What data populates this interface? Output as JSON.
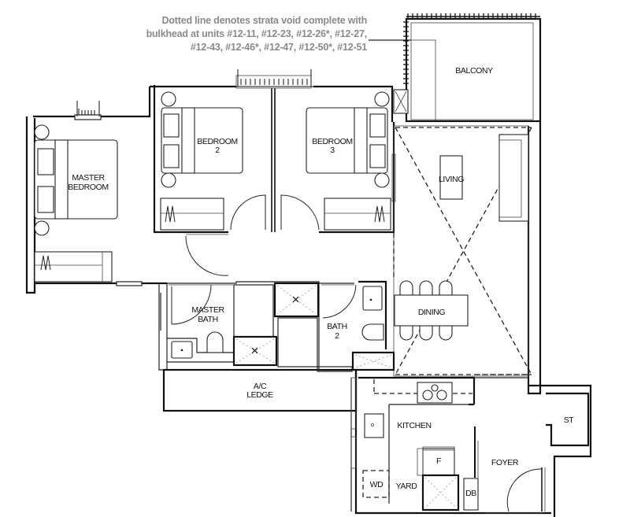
{
  "annotation": {
    "lines": [
      "Dotted line denotes strata void complete with",
      "bulkhead at units #12-11, #12-23, #12-26*, #12-27,",
      "#12-43, #12-46*, #12-47, #12-50*, #12-51"
    ],
    "text_color": "#8a8a8a"
  },
  "rooms": {
    "balcony": "BALCONY",
    "master_bedroom_1": "MASTER",
    "master_bedroom_2": "BEDROOM",
    "bedroom2_1": "BEDROOM",
    "bedroom2_2": "2",
    "bedroom3_1": "BEDROOM",
    "bedroom3_2": "3",
    "living": "LIVING",
    "dining": "DINING",
    "master_bath_1": "MASTER",
    "master_bath_2": "BATH",
    "bath2_1": "BATH",
    "bath2_2": "2",
    "ac_ledge_1": "A/C",
    "ac_ledge_2": "LEDGE",
    "kitchen": "KITCHEN",
    "foyer": "FOYER",
    "yard": "YARD",
    "wd": "WD",
    "db": "DB",
    "fridge": "F",
    "store": "ST"
  }
}
